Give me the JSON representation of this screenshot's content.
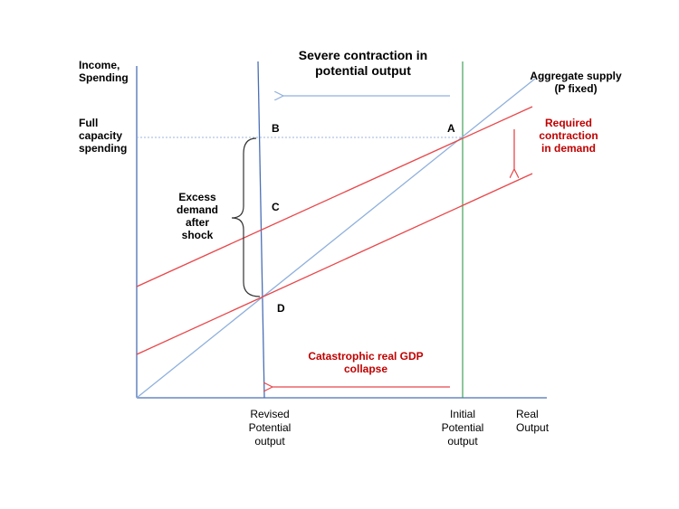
{
  "title": {
    "line1": "Severe contraction in",
    "line2": "potential output"
  },
  "y_axis_label": {
    "line1": "Income,",
    "line2": "Spending"
  },
  "x_axis_label": {
    "line1": "Real",
    "line2": "Output"
  },
  "full_capacity": {
    "line1": "Full",
    "line2": "capacity",
    "line3": "spending"
  },
  "aggregate_supply": {
    "line1": "Aggregate supply",
    "line2": "(P fixed)"
  },
  "required_contraction": {
    "line1": "Required",
    "line2": "contraction",
    "line3": "in demand"
  },
  "excess_demand": {
    "line1": "Excess",
    "line2": "demand",
    "line3": "after",
    "line4": "shock"
  },
  "catastrophic": {
    "line1": "Catastrophic real GDP",
    "line2": "collapse"
  },
  "revised_potential": {
    "line1": "Revised",
    "line2": "Potential",
    "line3": "output"
  },
  "initial_potential": {
    "line1": "Initial",
    "line2": "Potential",
    "line3": "output"
  },
  "points": {
    "a": "A",
    "b": "B",
    "c": "C",
    "d": "D"
  },
  "colors": {
    "axis": "#4a6fb5",
    "supply": "#8fb0dd",
    "demand": "#e8474a",
    "initial_line": "#2e9b4a",
    "dotted": "#9db5dc",
    "arrow_blue": "#8fb0dd",
    "arrow_red": "#e8474a",
    "text_red": "#c00000"
  }
}
